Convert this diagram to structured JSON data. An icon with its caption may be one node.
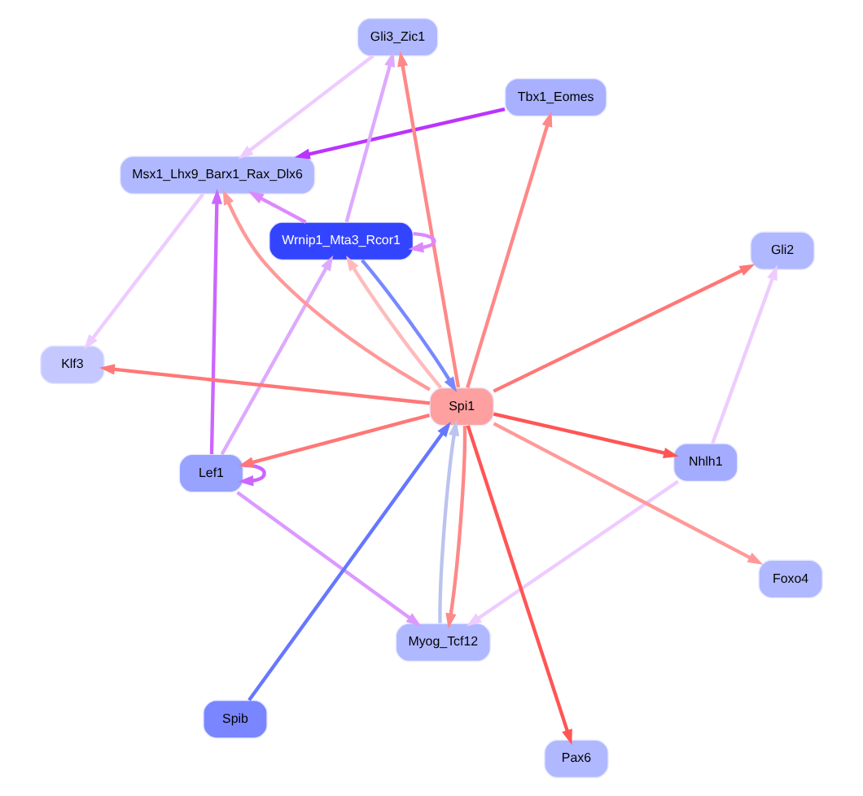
{
  "diagram": {
    "nodes": [
      {
        "text": [
          "Myog_Tcf12"
        ]
      },
      {
        "text": [
          "Nhlh1"
        ]
      },
      {
        "text": [
          "Lef1"
        ]
      },
      {
        "text": [
          "Msx1_Lhx9_Barx1_Rax_Dlx6"
        ]
      },
      {
        "text": [
          "Tbx1_Eomes"
        ]
      },
      {
        "text": [
          "Gli3_Zic1"
        ]
      },
      {
        "text": [
          "Spi1"
        ]
      },
      {
        "text": [
          "Foxo4"
        ]
      },
      {
        "text": [
          "Spib"
        ]
      },
      {
        "text": [
          "Pax6"
        ]
      },
      {
        "text": [
          "Wrnip1_Mta3_Rcor1"
        ]
      },
      {
        "text": [
          "Klf3"
        ]
      },
      {
        "text": [
          "Gli2"
        ]
      }
    ],
    "edges": [
      {
        "from": 1,
        "to": 0,
        "arrow": "to",
        "color": "#eeccff"
      },
      {
        "from": 2,
        "to": 0,
        "arrow": "to",
        "color": "#dd99ff"
      },
      {
        "from": 2,
        "to": 2,
        "arrow": "to",
        "color": "#cc66ff"
      },
      {
        "from": 2,
        "to": 3,
        "arrow": "to",
        "color": "#cc66ff"
      },
      {
        "from": 2,
        "to": 10,
        "arrow": "to",
        "color": "#ddaaff"
      },
      {
        "from": 4,
        "to": 3,
        "arrow": "to",
        "color": "#bb33ff"
      },
      {
        "from": 6,
        "to": 2,
        "arrow": "to",
        "color": "#ff7777"
      },
      {
        "from": 6,
        "to": 0,
        "arrow": "to",
        "color": "#ff8888"
      },
      {
        "from": 0,
        "to": 6,
        "arrow": "to",
        "color": "#bbc4ee"
      },
      {
        "from": 6,
        "to": 1,
        "arrow": "to",
        "color": "#ff5555"
      },
      {
        "from": 6,
        "to": 3,
        "arrow": "to",
        "color": "#ff9999"
      },
      {
        "from": 3,
        "to": 11,
        "arrow": "to",
        "color": "#eeccff"
      },
      {
        "from": 1,
        "to": 12,
        "arrow": "to",
        "color": "#eeccff"
      },
      {
        "from": 10,
        "to": 3,
        "arrow": "to",
        "color": "#dd88ff"
      },
      {
        "from": 5,
        "to": 3,
        "arrow": "to",
        "color": "#eeccff"
      },
      {
        "from": 10,
        "to": 5,
        "arrow": "to",
        "color": "#ddaaff"
      },
      {
        "from": 6,
        "to": 4,
        "arrow": "to",
        "color": "#ff8888"
      },
      {
        "from": 6,
        "to": 5,
        "arrow": "to",
        "color": "#ff8888"
      },
      {
        "from": 6,
        "to": 7,
        "arrow": "to",
        "color": "#ff9999"
      },
      {
        "from": 8,
        "to": 6,
        "arrow": "to",
        "color": "#6677ff"
      },
      {
        "from": 6,
        "to": 9,
        "arrow": "to",
        "color": "#ff5555"
      },
      {
        "from": 6,
        "to": 11,
        "arrow": "to",
        "color": "#ff7777"
      },
      {
        "from": 6,
        "to": 12,
        "arrow": "to",
        "color": "#ff7777"
      },
      {
        "from": 10,
        "to": 6,
        "arrow": "to",
        "color": "#7788ff"
      },
      {
        "from": 6,
        "to": 10,
        "arrow": "to",
        "color": "#ffbbbb"
      },
      {
        "from": 10,
        "to": 10,
        "arrow": "to",
        "color": "#dd88ff"
      }
    ]
  }
}
